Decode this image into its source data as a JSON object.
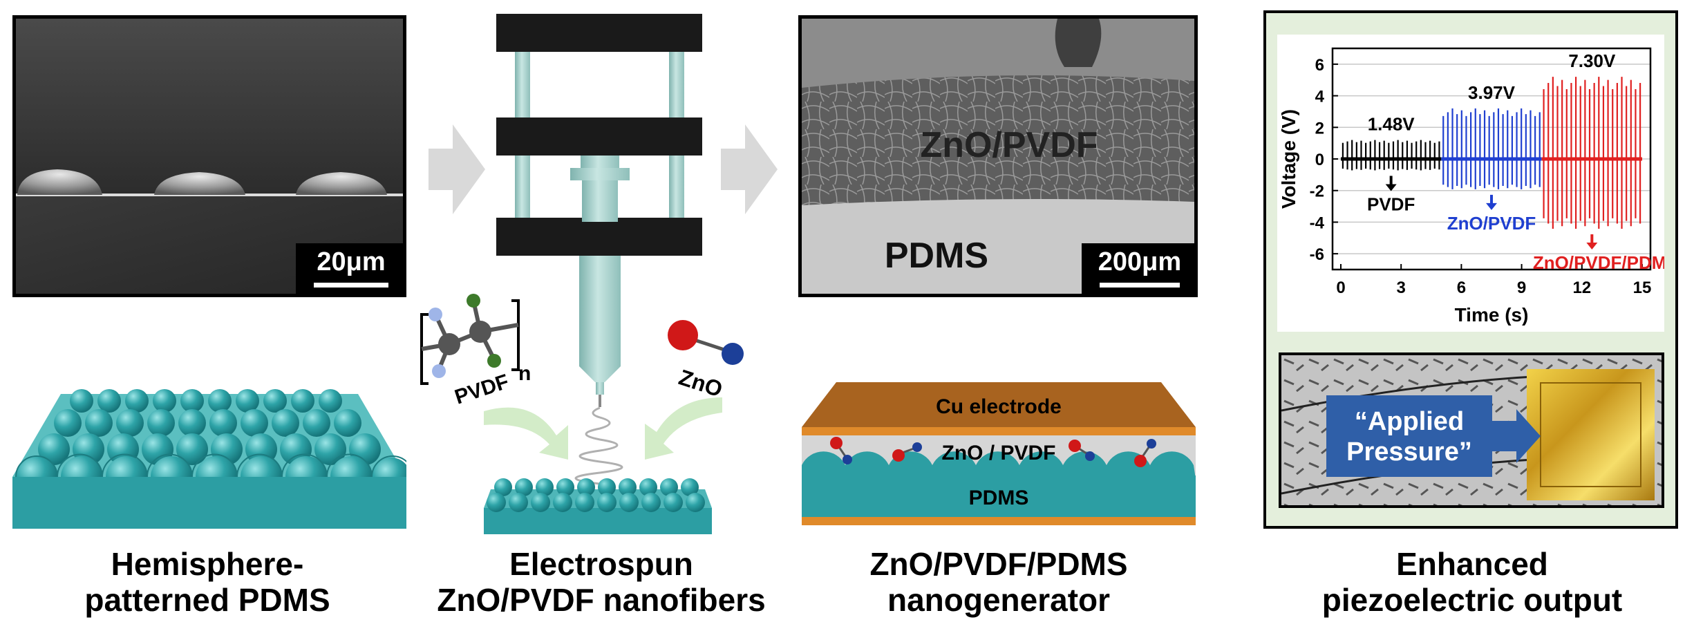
{
  "panels": {
    "sem1": {
      "scale": "20μm"
    },
    "sem2": {
      "scale": "200μm",
      "label_top": "ZnO/PVDF",
      "label_bottom": "PDMS"
    },
    "molecules": {
      "pvdf": "PVDF",
      "pvdf_n": "n",
      "zno": "ZnO"
    },
    "device": {
      "cu": "Cu electrode",
      "mid": "ZnO / PVDF",
      "base": "PDMS"
    },
    "photo": {
      "text_line1": "“Applied",
      "text_line2": "Pressure”"
    }
  },
  "captions": {
    "c1_line1": "Hemisphere-",
    "c1_line2": "patterned PDMS",
    "c2_line1": "Electrospun",
    "c2_line2": "ZnO/PVDF nanofibers",
    "c3_line1": "ZnO/PVDF/PDMS",
    "c3_line2": "nanogenerator",
    "c4_line1": "Enhanced",
    "c4_line2": "piezoelectric output"
  },
  "chart_data": {
    "type": "line",
    "xlabel": "Time (s)",
    "ylabel": "Voltage (V)",
    "xlim": [
      0,
      15
    ],
    "ylim": [
      -7,
      7
    ],
    "xticks": [
      0,
      3,
      6,
      9,
      12,
      15
    ],
    "yticks": [
      6,
      4,
      2,
      0,
      -2,
      -4,
      -6
    ],
    "series": [
      {
        "name": "PVDF",
        "color": "#000000",
        "x_range": [
          0,
          5
        ],
        "amplitude": 1.2,
        "label_peak": "1.48V"
      },
      {
        "name": "ZnO/PVDF",
        "color": "#1f3fd0",
        "x_range": [
          5,
          10
        ],
        "amplitude": 3.2,
        "label_peak": "3.97V"
      },
      {
        "name": "ZnO/PVDF/PDMS",
        "color": "#e02020",
        "x_range": [
          10,
          15
        ],
        "amplitude": 5.2,
        "label_peak": "7.30V"
      }
    ]
  }
}
